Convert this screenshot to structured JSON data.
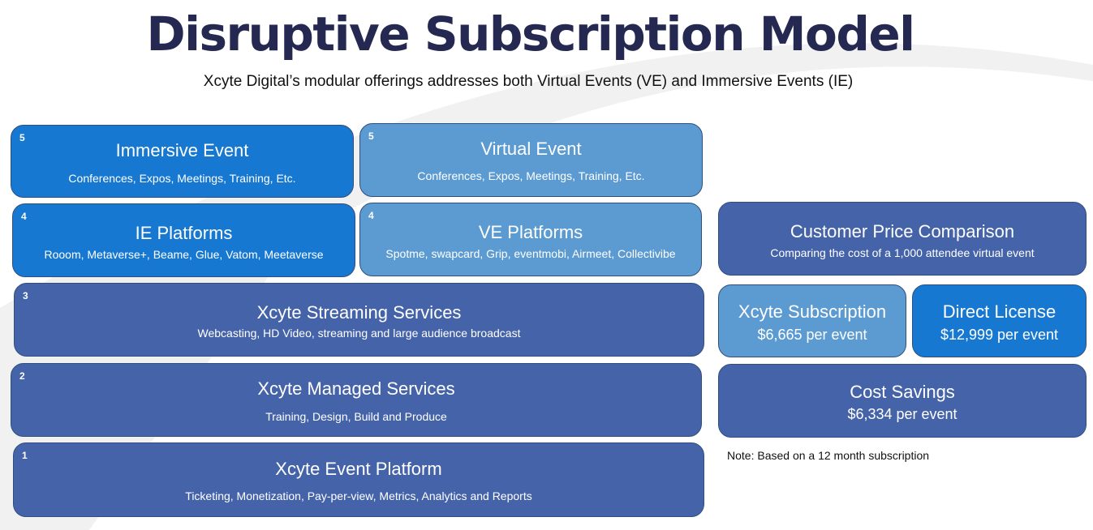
{
  "header": {
    "title": "Disruptive Subscription Model",
    "subtitle": "Xcyte Digital’s modular offerings addresses both Virtual Events (VE) and Immersive Events (IE)"
  },
  "colors": {
    "title": "#252850",
    "bright_blue": "#1778d2",
    "light_blue": "#5b9bd1",
    "navy_blue": "#4563a8"
  },
  "stack": {
    "immersive_event": {
      "level": "5",
      "title": "Immersive Event",
      "subtitle": "Conferences, Expos, Meetings, Training, Etc."
    },
    "virtual_event": {
      "level": "5",
      "title": "Virtual Event",
      "subtitle": "Conferences, Expos, Meetings, Training, Etc."
    },
    "ie_platforms": {
      "level": "4",
      "title": "IE Platforms",
      "subtitle": "Rooom, Metaverse+, Beame, Glue, Vatom, Meetaverse"
    },
    "ve_platforms": {
      "level": "4",
      "title": "VE Platforms",
      "subtitle": "Spotme, swapcard, Grip, eventmobi, Airmeet, Collectivibe"
    },
    "streaming": {
      "level": "3",
      "title": "Xcyte Streaming Services",
      "subtitle": "Webcasting, HD Video, streaming and large audience broadcast"
    },
    "managed": {
      "level": "2",
      "title": "Xcyte Managed Services",
      "subtitle": "Training, Design, Build and Produce"
    },
    "platform": {
      "level": "1",
      "title": "Xcyte Event Platform",
      "subtitle": "Ticketing, Monetization, Pay-per-view, Metrics, Analytics and Reports"
    }
  },
  "comparison": {
    "header": {
      "title": "Customer Price Comparison",
      "subtitle": "Comparing the cost of a 1,000 attendee virtual event"
    },
    "subscription": {
      "title": "Xcyte Subscription",
      "price": "$6,665 per event"
    },
    "license": {
      "title": "Direct License",
      "price": "$12,999 per event"
    },
    "savings": {
      "title": "Cost Savings",
      "price": "$6,334 per event"
    },
    "note": "Note:  Based on a 12 month subscription"
  }
}
